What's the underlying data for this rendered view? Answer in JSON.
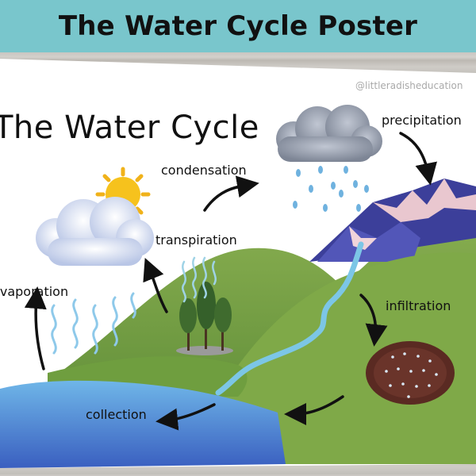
{
  "banner": {
    "title": "The Water Cycle Poster"
  },
  "poster": {
    "title": "The Water Cycle",
    "watermark": "@littleradisheducation"
  },
  "labels": {
    "condensation": "condensation",
    "precipitation": "precipitation",
    "transpiration": "transpiration",
    "evaporation": "evaporation",
    "infiltration": "infiltration",
    "collection": "collection"
  },
  "colors": {
    "banner": "#79c6cc",
    "water": "#7cc6e6",
    "hill": "#7ea446",
    "soil": "#5a2a22",
    "mountain": "#3c3f9a"
  }
}
